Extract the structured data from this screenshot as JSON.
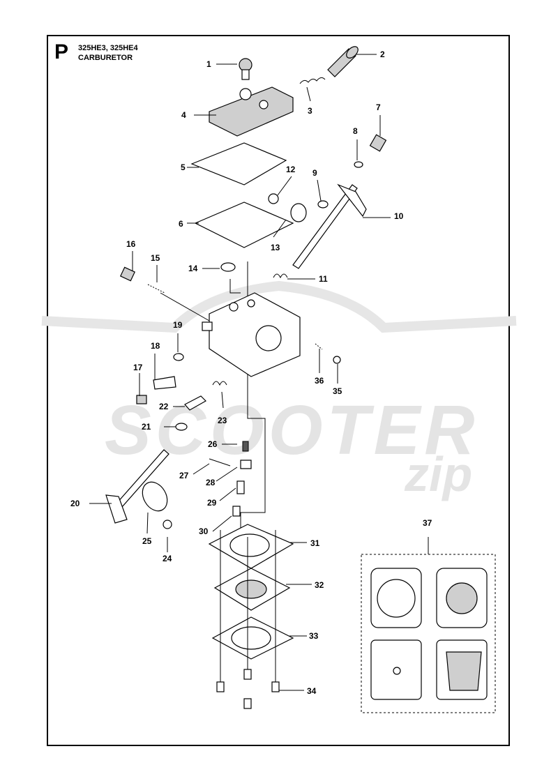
{
  "header": {
    "section_letter": "P",
    "models": "325HE3, 325HE4",
    "title": "CARBURETOR"
  },
  "watermark": {
    "main": "SCOOTER",
    "sub": "zip"
  },
  "callouts": [
    "1",
    "2",
    "3",
    "4",
    "5",
    "6",
    "7",
    "8",
    "9",
    "10",
    "11",
    "12",
    "13",
    "14",
    "15",
    "16",
    "17",
    "18",
    "19",
    "20",
    "21",
    "22",
    "23",
    "24",
    "25",
    "26",
    "27",
    "28",
    "29",
    "30",
    "31",
    "32",
    "33",
    "34",
    "35",
    "36",
    "37"
  ]
}
